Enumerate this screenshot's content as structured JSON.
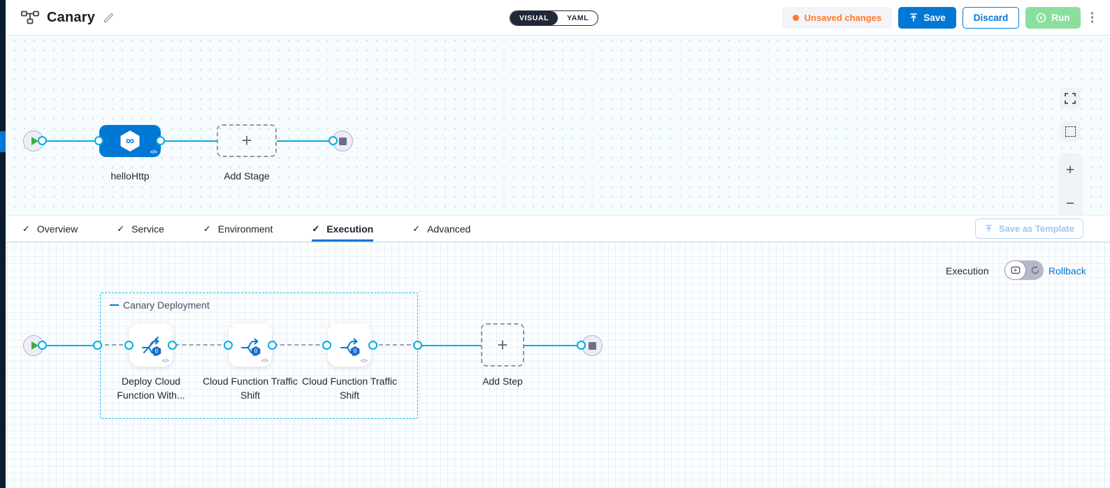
{
  "header": {
    "title": "Canary",
    "mode_toggle": {
      "visual_label": "VISUAL",
      "yaml_label": "YAML",
      "active": "VISUAL"
    },
    "unsaved_label": "Unsaved changes",
    "save_label": "Save",
    "discard_label": "Discard",
    "run_label": "Run"
  },
  "stage_canvas": {
    "stage_name": "helloHttp",
    "add_stage_label": "Add Stage"
  },
  "tabs": {
    "items": [
      {
        "label": "Overview"
      },
      {
        "label": "Service"
      },
      {
        "label": "Environment"
      },
      {
        "label": "Execution"
      },
      {
        "label": "Advanced"
      }
    ],
    "active_label": "Execution",
    "save_as_template_label": "Save as Template"
  },
  "execution_canvas": {
    "mode_label": "Execution",
    "rollback_label": "Rollback",
    "group_label": "Canary Deployment",
    "steps": [
      {
        "name": "Deploy Cloud Function With..."
      },
      {
        "name": "Cloud Function Traffic Shift"
      },
      {
        "name": "Cloud Function Traffic Shift"
      }
    ],
    "add_step_label": "Add Step"
  },
  "icons": {
    "plus_glyph": "+",
    "minus_glyph": "−",
    "code_glyph": "</>",
    "infinity_glyph": "∞",
    "check_glyph": "✓",
    "badge_glyph": "{}"
  },
  "colors": {
    "accent_blue": "#0278d5",
    "connector_cyan": "#00ade4",
    "unsaved_orange": "#ff7b21",
    "run_green": "#8bdf9e",
    "group_border_cyan": "#16b8ea"
  }
}
